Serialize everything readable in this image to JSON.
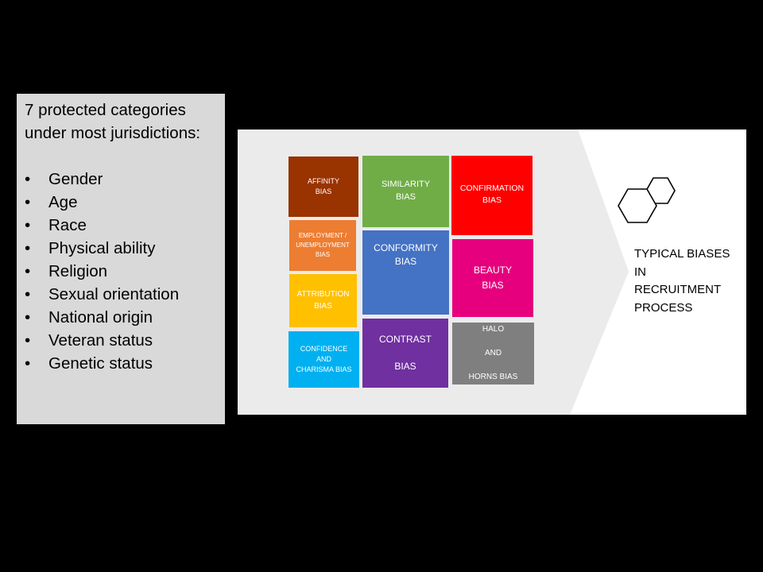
{
  "categories_panel": {
    "heading_line1": "7 protected categories",
    "heading_line2": "under most jurisdictions:",
    "bullet_char": "•",
    "items": [
      "Gender",
      "Age",
      "Race",
      "Physical ability",
      "Religion",
      "Sexual orientation",
      "National origin",
      "Veteran status",
      "Genetic status"
    ]
  },
  "diagram": {
    "side_title": [
      "TYPICAL BIASES",
      "IN",
      "RECRUITMENT",
      "PROCESS"
    ],
    "icon": "hexagons-icon",
    "boxes": {
      "affinity": {
        "lines": [
          "AFFINITY",
          "BIAS"
        ],
        "color": "#993300"
      },
      "employment": {
        "lines": [
          "EMPLOYMENT /",
          "UNEMPLOYMENT",
          "BIAS"
        ],
        "color": "#ed7d31"
      },
      "attribution": {
        "lines": [
          "ATTRIBUTION",
          "BIAS"
        ],
        "color": "#ffc000"
      },
      "confidence": {
        "lines": [
          "CONFIDENCE",
          "AND",
          "CHARISMA BIAS"
        ],
        "color": "#00b0f0"
      },
      "similarity": {
        "lines": [
          "SIMILARITY",
          "BIAS"
        ],
        "color": "#70ad47"
      },
      "conformity": {
        "lines": [
          "CONFORMITY",
          "BIAS"
        ],
        "color": "#4472c4"
      },
      "contrast": {
        "line1": "CONTRAST",
        "line2": "BIAS",
        "color": "#7030a0"
      },
      "confirmation": {
        "lines": [
          "CONFIRMATION",
          "BIAS"
        ],
        "color": "#ff0000"
      },
      "beauty": {
        "lines": [
          "BEAUTY",
          "BIAS"
        ],
        "color": "#e6007e"
      },
      "halo": {
        "line1": "HALO",
        "line2": "AND",
        "line3": "HORNS  BIAS",
        "color": "#7f7f7f"
      }
    }
  }
}
